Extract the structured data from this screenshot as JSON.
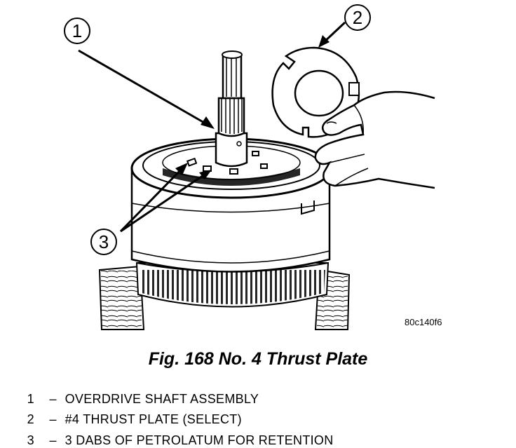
{
  "callouts": [
    {
      "number": "1"
    },
    {
      "number": "2"
    },
    {
      "number": "3"
    }
  ],
  "figure_code": "80c140f6",
  "caption": "Fig. 168 No. 4 Thrust Plate",
  "legend": [
    {
      "number": "1",
      "dash": "–",
      "text": "OVERDRIVE SHAFT ASSEMBLY"
    },
    {
      "number": "2",
      "dash": "–",
      "text": "#4 THRUST PLATE (SELECT)"
    },
    {
      "number": "3",
      "dash": "–",
      "text": "3 DABS OF PETROLATUM FOR RETENTION"
    }
  ]
}
